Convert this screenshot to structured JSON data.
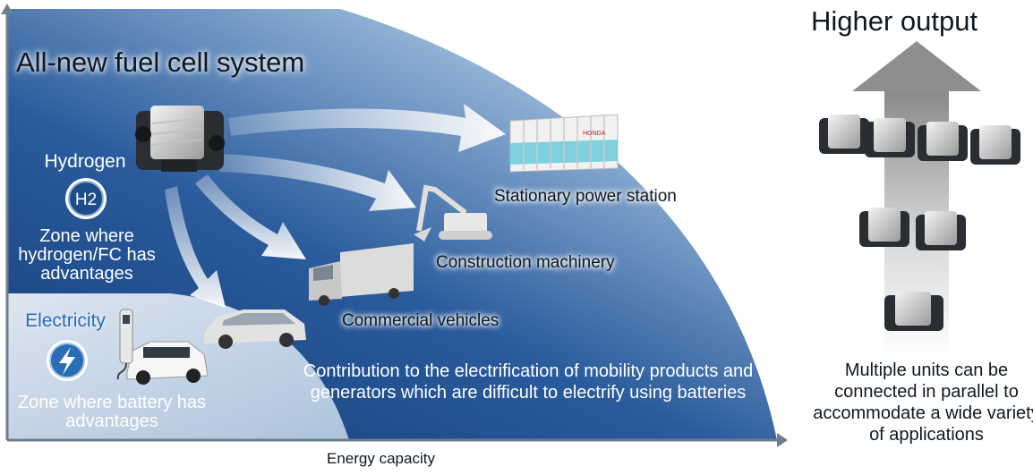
{
  "title": "All-new fuel cell system",
  "zones": {
    "hydrogen": {
      "heading": "Hydrogen",
      "badge": "H2",
      "description": "Zone where hydrogen/FC has advantages"
    },
    "electricity": {
      "heading": "Electricity",
      "description": "Zone where battery has advantages"
    }
  },
  "applications": {
    "stationary": "Stationary power station",
    "construction": "Construction machinery",
    "commercial": "Commercial vehicles"
  },
  "contribution_text": "Contribution to the electrification of mobility products and generators which are difficult to electrify using batteries",
  "axis_label": "Energy capacity",
  "right_panel": {
    "title": "Higher output",
    "caption": "Multiple units can be connected in parallel to accommodate a wide variety of applications"
  },
  "station_brand": "HONDA",
  "colors": {
    "hydrogen_zone_dark": "#1f4f8f",
    "electricity_zone_light": "#dbe7f3",
    "electricity_heading": "#2a6db5",
    "hydrogen_heading": "#ffffff"
  }
}
